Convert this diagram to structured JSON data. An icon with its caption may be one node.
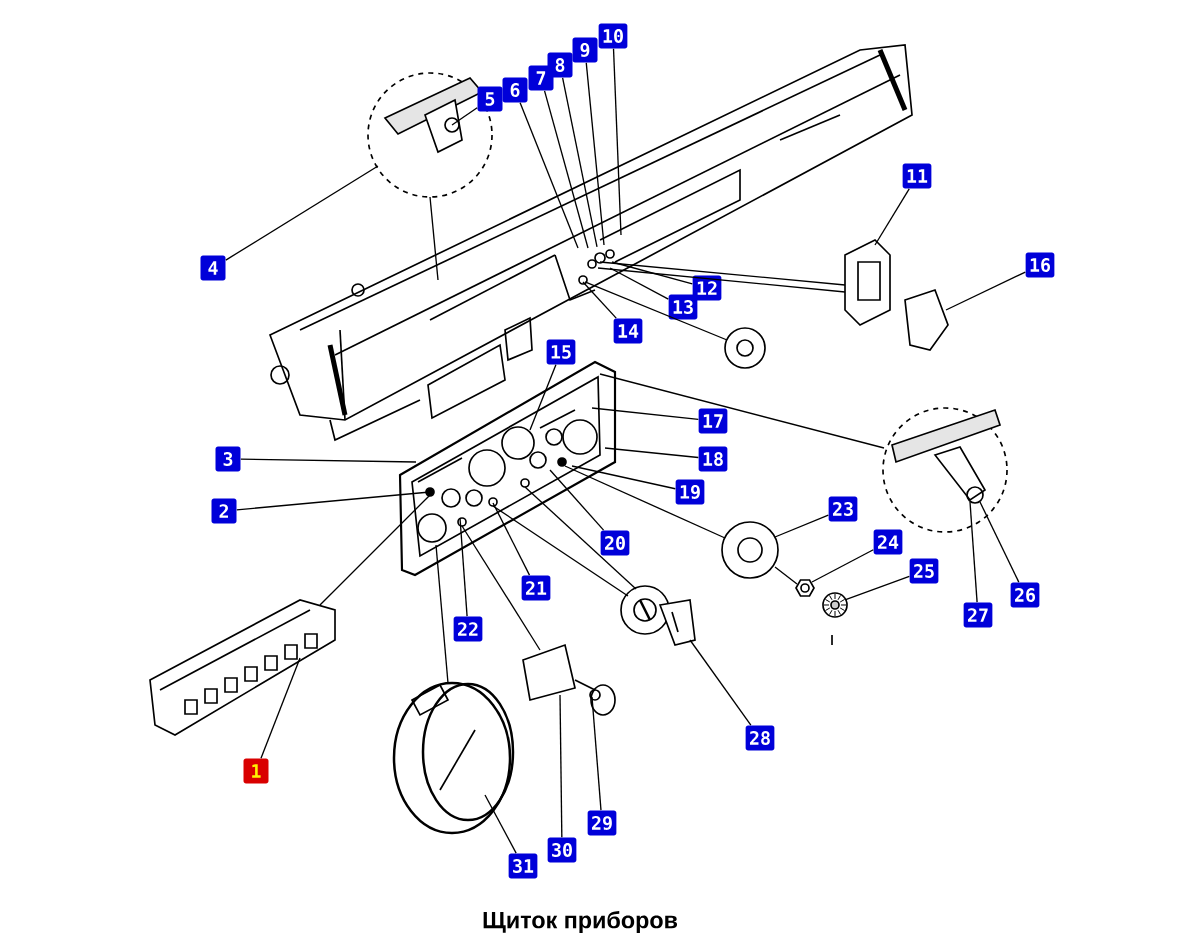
{
  "diagram": {
    "caption": "Щиток приборов",
    "nodes": [
      {
        "text": [
          "1"
        ]
      },
      {
        "text": [
          "2"
        ]
      },
      {
        "text": [
          "3"
        ]
      },
      {
        "text": [
          "4"
        ]
      },
      {
        "text": [
          "5"
        ]
      },
      {
        "text": [
          "6"
        ]
      },
      {
        "text": [
          "7"
        ]
      },
      {
        "text": [
          "8"
        ]
      },
      {
        "text": [
          "9"
        ]
      },
      {
        "text": [
          "10"
        ]
      },
      {
        "text": [
          "11"
        ]
      },
      {
        "text": [
          "12"
        ]
      },
      {
        "text": [
          "13"
        ]
      },
      {
        "text": [
          "14"
        ]
      },
      {
        "text": [
          "15"
        ]
      },
      {
        "text": [
          "16"
        ]
      },
      {
        "text": [
          "17"
        ]
      },
      {
        "text": [
          "18"
        ]
      },
      {
        "text": [
          "19"
        ]
      },
      {
        "text": [
          "20"
        ]
      },
      {
        "text": [
          "21"
        ]
      },
      {
        "text": [
          "22"
        ]
      },
      {
        "text": [
          "23"
        ]
      },
      {
        "text": [
          "24"
        ]
      },
      {
        "text": [
          "25"
        ]
      },
      {
        "text": [
          "26"
        ]
      },
      {
        "text": [
          "27"
        ]
      },
      {
        "text": [
          "28"
        ]
      },
      {
        "text": [
          "29"
        ]
      },
      {
        "text": [
          "30"
        ]
      },
      {
        "text": [
          "31"
        ]
      },
      {
        "text": [],
        "shape": "picture"
      },
      {
        "text": [],
        "shape": "picture"
      },
      {
        "text": [],
        "shape": "picture"
      },
      {
        "text": [],
        "shape": "picture"
      },
      {
        "text": [],
        "shape": "picture"
      },
      {
        "text": [],
        "shape": "picture"
      },
      {
        "text": [],
        "shape": "picture"
      },
      {
        "text": [],
        "shape": "picture"
      },
      {
        "text": [],
        "shape": "picture"
      },
      {
        "text": [],
        "shape": "picture"
      },
      {
        "text": [],
        "shape": "picture"
      },
      {
        "text": [],
        "shape": "picture"
      },
      {
        "text": [],
        "shape": "picture"
      },
      {
        "text": [],
        "shape": "picture"
      },
      {
        "text": [],
        "shape": "picture"
      }
    ],
    "edges": [
      {
        "from": 0,
        "to": 35,
        "arrow": "none"
      },
      {
        "from": 1,
        "to": 33,
        "arrow": "none"
      },
      {
        "from": 2,
        "to": 33,
        "arrow": "none"
      },
      {
        "from": 3,
        "to": 32,
        "arrow": "none"
      },
      {
        "from": 4,
        "to": 32,
        "arrow": "none"
      },
      {
        "from": 5,
        "to": 31,
        "arrow": "none"
      },
      {
        "from": 6,
        "to": 31,
        "arrow": "none"
      },
      {
        "from": 7,
        "to": 31,
        "arrow": "none"
      },
      {
        "from": 8,
        "to": 31,
        "arrow": "none"
      },
      {
        "from": 9,
        "to": 31,
        "arrow": "none"
      },
      {
        "from": 10,
        "to": 44,
        "arrow": "none"
      },
      {
        "from": 11,
        "to": 31,
        "arrow": "none"
      },
      {
        "from": 12,
        "to": 31,
        "arrow": "none"
      },
      {
        "from": 13,
        "to": 31,
        "arrow": "none"
      },
      {
        "from": 14,
        "to": 33,
        "arrow": "none"
      },
      {
        "from": 15,
        "to": 45,
        "arrow": "none"
      },
      {
        "from": 16,
        "to": 33,
        "arrow": "none"
      },
      {
        "from": 17,
        "to": 33,
        "arrow": "none"
      },
      {
        "from": 18,
        "to": 33,
        "arrow": "none"
      },
      {
        "from": 19,
        "to": 33,
        "arrow": "none"
      },
      {
        "from": 20,
        "to": 33,
        "arrow": "none"
      },
      {
        "from": 21,
        "to": 33,
        "arrow": "none"
      },
      {
        "from": 22,
        "to": 40,
        "arrow": "none"
      },
      {
        "from": 23,
        "to": 41,
        "arrow": "none"
      },
      {
        "from": 24,
        "to": 42,
        "arrow": "none"
      },
      {
        "from": 25,
        "to": 34,
        "arrow": "none"
      },
      {
        "from": 26,
        "to": 34,
        "arrow": "none"
      },
      {
        "from": 27,
        "to": 37,
        "arrow": "none"
      },
      {
        "from": 28,
        "to": 39,
        "arrow": "none"
      },
      {
        "from": 29,
        "to": 38,
        "arrow": "none"
      },
      {
        "from": 30,
        "to": 36,
        "arrow": "none"
      },
      {
        "from": 33,
        "to": 35,
        "arrow": "none"
      },
      {
        "from": 33,
        "to": 36,
        "arrow": "none"
      },
      {
        "from": 33,
        "to": 38,
        "arrow": "none"
      },
      {
        "from": 33,
        "to": 37,
        "arrow": "none"
      },
      {
        "from": 33,
        "to": 37,
        "arrow": "none"
      },
      {
        "from": 33,
        "to": 40,
        "arrow": "none"
      },
      {
        "from": 31,
        "to": 44,
        "arrow": "none"
      },
      {
        "from": 31,
        "to": 44,
        "arrow": "none"
      },
      {
        "from": 31,
        "to": 43,
        "arrow": "none"
      },
      {
        "from": 33,
        "to": 34,
        "arrow": "none"
      },
      {
        "from": 32,
        "to": 31,
        "arrow": "none"
      },
      {
        "from": 40,
        "to": 41,
        "arrow": "none"
      }
    ]
  }
}
